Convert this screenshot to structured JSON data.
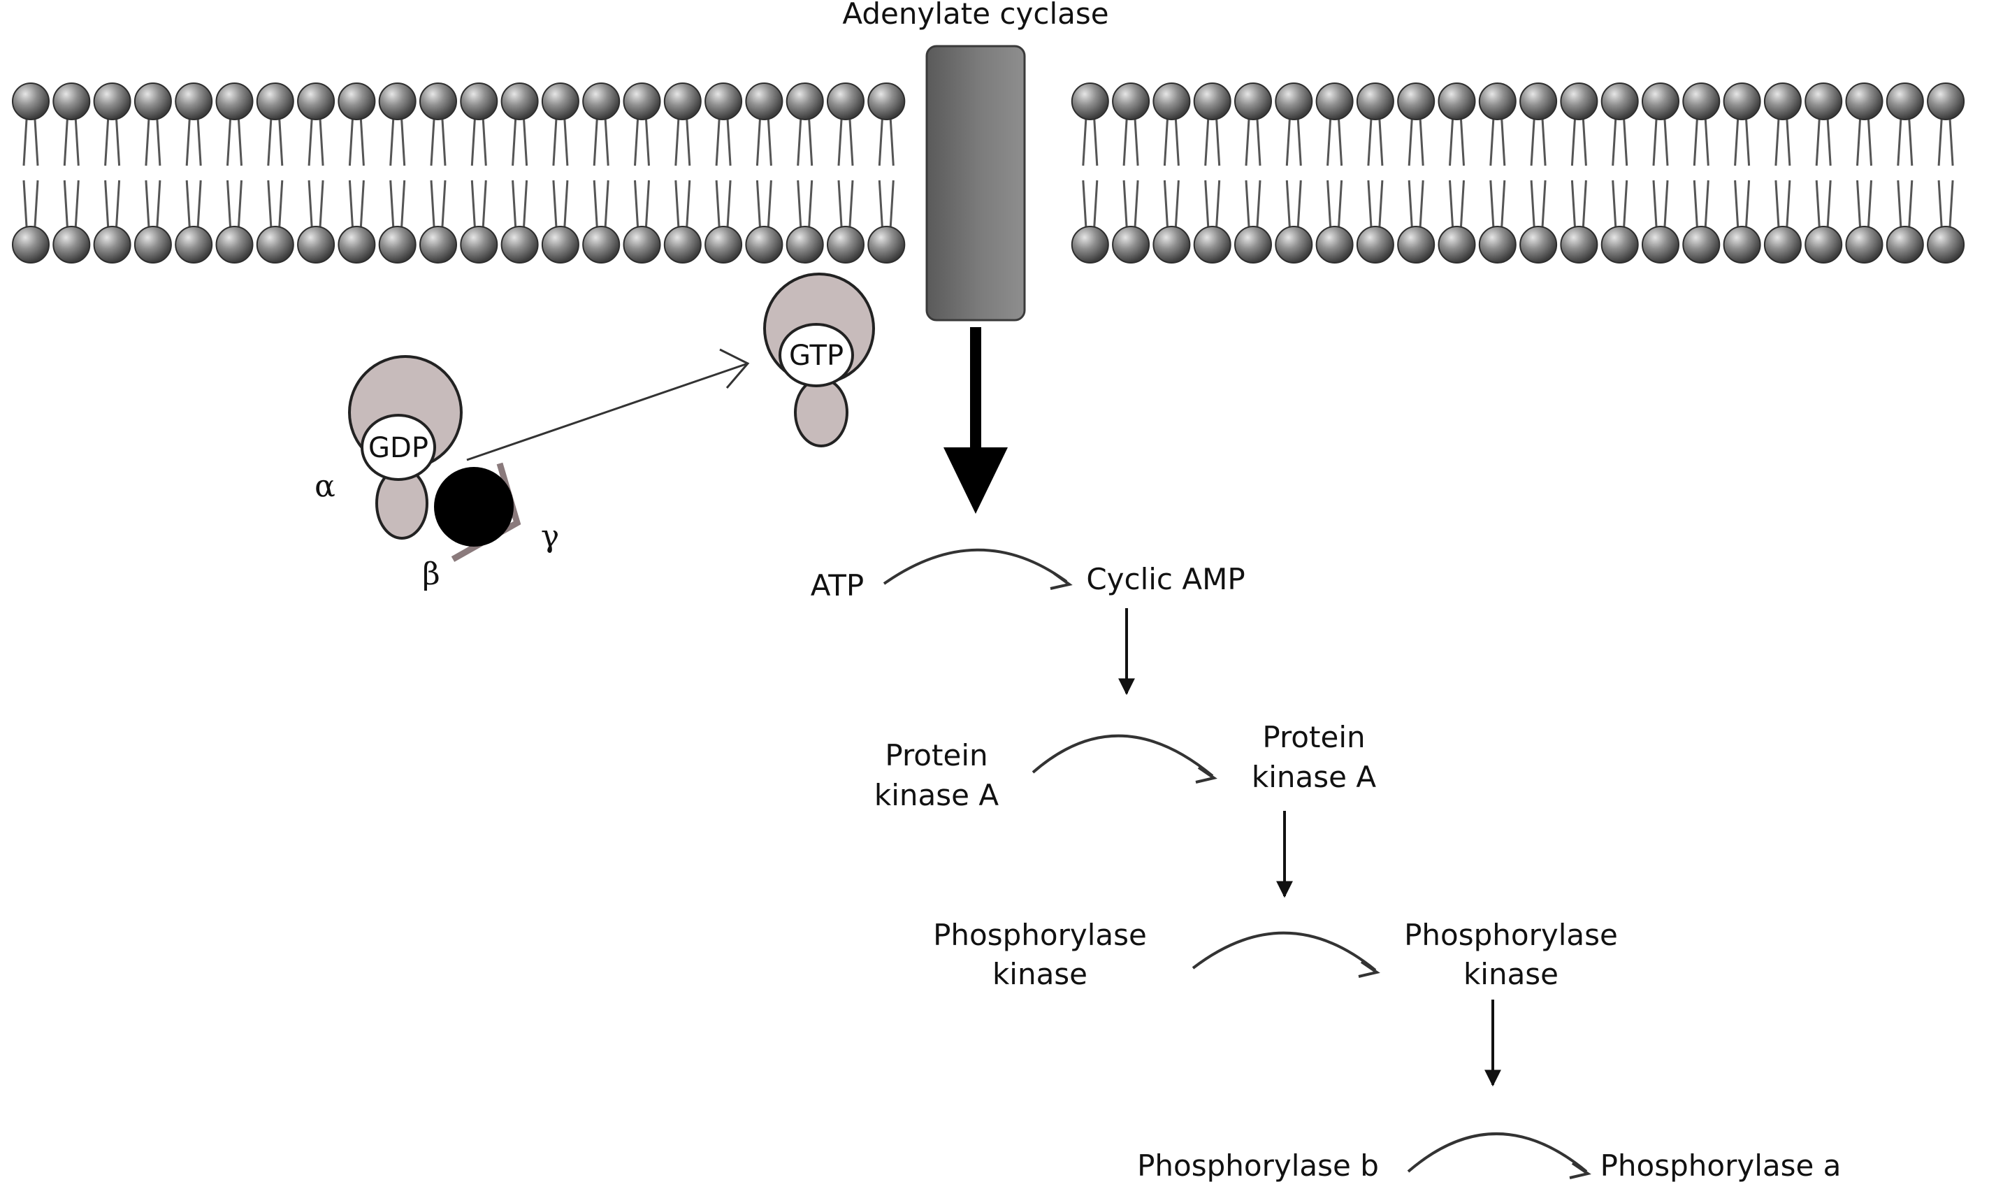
{
  "title": "Adenylate cyclase",
  "g_protein": {
    "inactive_nucleotide": "GDP",
    "active_nucleotide": "GTP",
    "subunit_alpha": "α",
    "subunit_beta": "β",
    "subunit_gamma": "γ"
  },
  "cascade": {
    "step1": {
      "substrate": "ATP",
      "product": "Cyclic AMP"
    },
    "step2": {
      "substrate_line1": "Protein",
      "substrate_line2": "kinase A",
      "product_line1": "Protein",
      "product_line2": "kinase A"
    },
    "step3": {
      "substrate_line1": "Phosphorylase",
      "substrate_line2": "kinase",
      "product_line1": "Phosphorylase",
      "product_line2": "kinase"
    },
    "step4": {
      "substrate": "Phosphorylase b",
      "product": "Phosphorylase a"
    }
  },
  "colors": {
    "lipid_head": "#8a8a8a",
    "protein_subunit": "#c7bbbb",
    "adenylate_cyclase": "#6e6e6e",
    "beta_subunit": "#000000"
  }
}
